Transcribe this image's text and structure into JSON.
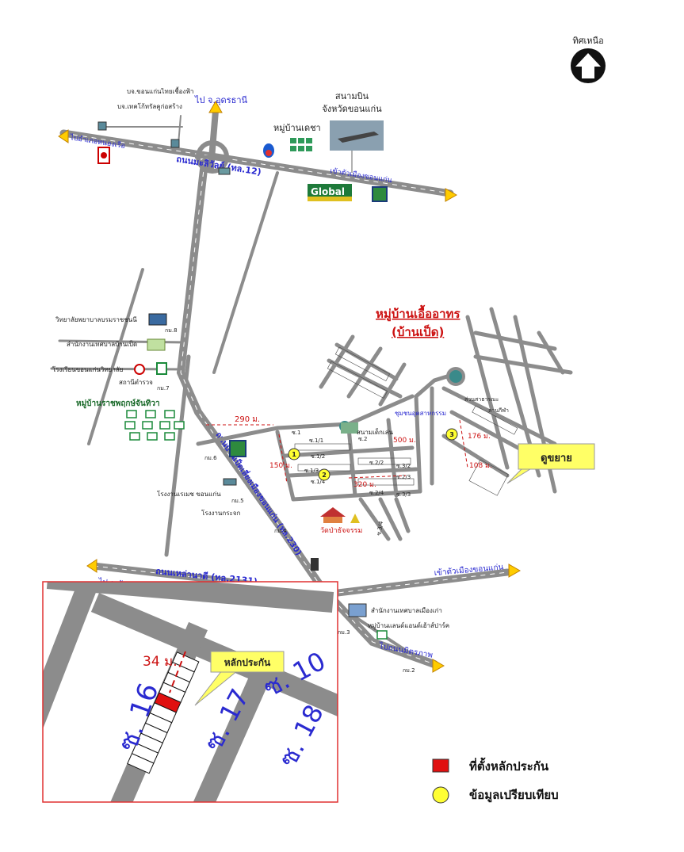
{
  "north": {
    "label": "ทิศเหนือ"
  },
  "district": {
    "title_line1": "หมู่บ้านเอื้ออาทร",
    "title_line2": "(บ้านเป็ด)"
  },
  "roads": {
    "mittraphap_north": "ไป จ.อุดรธานี",
    "to_nong_ruea": "ไปอำเภอหนองเรือ",
    "ring_road_label": "ถนนมะลิวัลย์ (ทล.12)",
    "to_city": "เข้าตัวเมืองขอนแก่น",
    "ban_pet_road": "ถนนบ้านเป็ดเลี่ยงเมืองขอนแก่น (ทล.230)",
    "lao_na_di_road": "ถนนเหล่านาดี (ทล.2131)",
    "to_manchakhiri": "ไป อ.มัญจาคีรี",
    "to_city_2": "เข้าตัวเมืองขอนแก่น",
    "mittraphap_south": "ไปถนนมิตรภาพ"
  },
  "places": {
    "company1": "บจ.ขอนแก่นไทยเชื้องฟ้า",
    "company2": "บจ.เทคโก้ทรัลคูก่อสร้าง",
    "airport_line1": "สนามบิน",
    "airport_line2": "จังหวัดขอนแก่น",
    "village_desha": "หมู่บ้านเดชา",
    "global": "Global",
    "nursing_college": "วิทยาลัยพยาบาลบรมราชชนนี",
    "municipal_office": "สำนักงานเทศบาลบ้านเป็ด",
    "school": "โรงเรียนขอนแก่นวิทยาลัย",
    "police": "สถานีตำรวจ",
    "village_ratcha": "หมู่บ้านราชพฤกษ์จันทิวา",
    "factory1": "โรงงานเรเมช ขอนแก่น",
    "factory2": "โรงงานกระจก",
    "temple": "วัดป่าธัจจรรม",
    "stadium": "สนามเด็กเล่น",
    "community_center": "ชุมชนอุตสาหกรรม",
    "sewerage": "ส่วนสาธารณะ",
    "market": "ลานกีฬา",
    "sao_office": "สำนักงานเทศบาลเมืองเก่า",
    "village_land": "หมู่บ้านแลนด์แอนด์เฮ้าส์ปาร์ค"
  },
  "markers": [
    "กม.8",
    "กม.7",
    "กม.6",
    "กม.5",
    "กม.4",
    "กม.3",
    "กม.2"
  ],
  "distances": {
    "d290": "290 ม.",
    "d150": "150 ม.",
    "d500": "500 ม.",
    "d320": "320 ม.",
    "d176": "176 ม.",
    "d108": "108 ม."
  },
  "sois": [
    "ซ.1",
    "ซ.1/1",
    "ซ.1/2",
    "ซ.1/3",
    "ซ.1/4",
    "ซ.2",
    "ซ.2/2",
    "ซ.2/3",
    "ซ.2/4",
    "ซ.3/2",
    "ซ.3/3",
    "ซ.3/4"
  ],
  "comparison_points": [
    "1",
    "2",
    "3"
  ],
  "callout": {
    "expand": "ดูขยาย"
  },
  "inset": {
    "distance": "34 ม.",
    "callout": "หลักประกัน",
    "soi16": "ซ. 16",
    "soi17": "ซ. 17",
    "soi18": "ซ. 18",
    "soi10": "ซ. 10"
  },
  "legend": {
    "collateral_label": "ที่ตั้งหลักประกัน",
    "comparison_label": "ข้อมูลเปรียบเทียบ",
    "collateral_color": "#e01010",
    "comparison_color": "#ffff33"
  },
  "colors": {
    "road": "#888888",
    "route_label": "#2a2ad0",
    "distance": "#cc1111"
  }
}
